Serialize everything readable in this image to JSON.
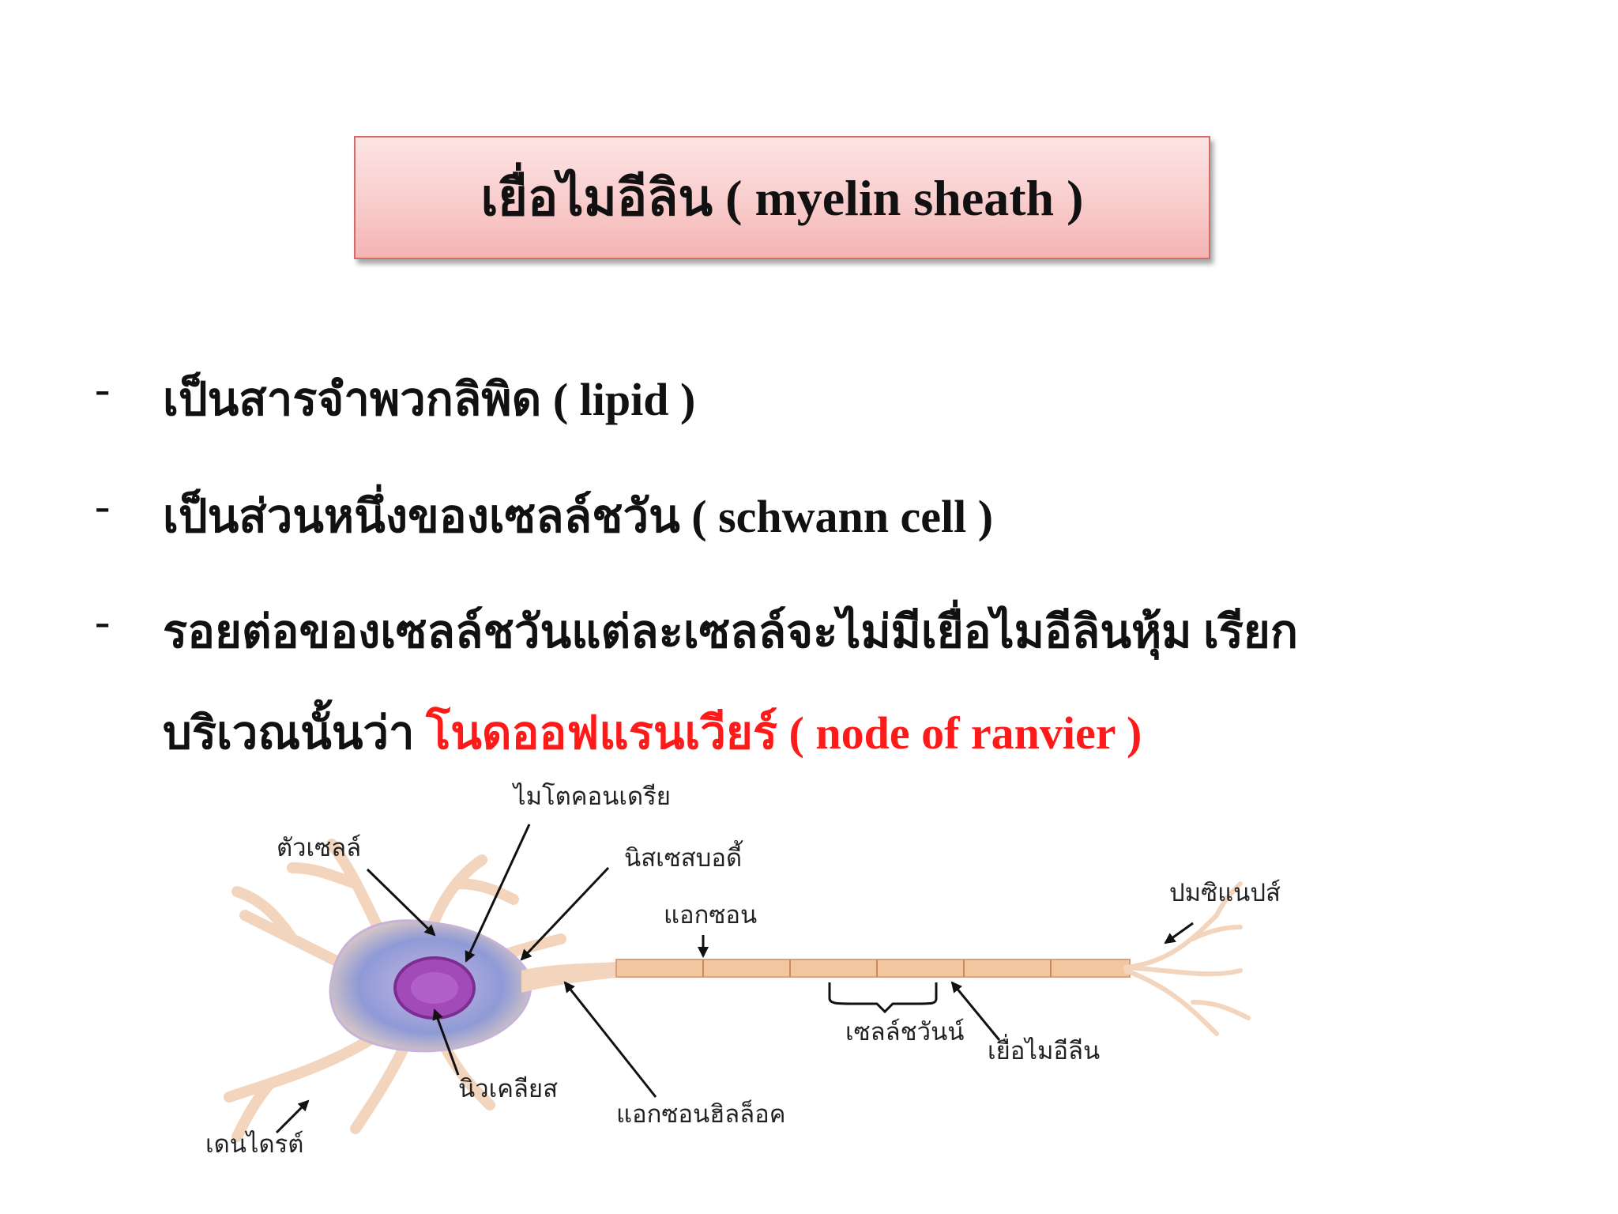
{
  "title": "เยื่อไมอีลิน ( myelin sheath )",
  "bullets": [
    {
      "dash": "-",
      "text": "เป็นสารจำพวกลิพิด ( lipid )"
    },
    {
      "dash": "-",
      "text": "เป็นส่วนหนึ่งของเซลล์ชวัน ( schwann cell )"
    },
    {
      "dash": "-",
      "line1": "รอยต่อของเซลล์ชวันแต่ละเซลล์จะไม่มีเยื่อไมอีลินหุ้ม เรียก",
      "line2_prefix": "บริเวณนั้นว่า ",
      "line2_red": "โนดออฟแรนเวียร์ ( node of ranvier )"
    }
  ],
  "diagram": {
    "labels": {
      "mitochondria": "ไมโตคอนเดรีย",
      "cell_body": "ตัวเซลล์",
      "nissl": "นิสเซสบอดี้",
      "axon": "แอกซอน",
      "synapse": "ปมซิแนปส์",
      "schwann": "เซลล์ชวันน์",
      "myelin": "เยื่อไมอีลีน",
      "nucleus": "นิวเคลียส",
      "axon_hillock": "แอกซอนฮิลล็อค",
      "dendrite": "เดนไดรต์"
    },
    "colors": {
      "cell_body": "#8f9ad6",
      "nucleus": "#a24bb8",
      "axon": "#f2c7a0",
      "arrow": "#111111"
    }
  }
}
